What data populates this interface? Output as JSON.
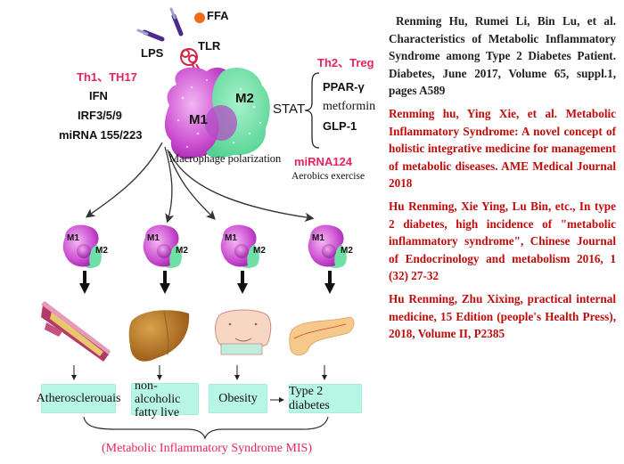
{
  "diagram": {
    "top_inputs": {
      "ffa": "FFA",
      "lps": "LPS",
      "tlr": "TLR"
    },
    "left_panel": {
      "heading": "Th1、TH17",
      "items": [
        "IFN",
        "IRF3/5/9",
        "miRNA 155/223"
      ]
    },
    "macrophage": {
      "m1": "M1",
      "m2": "M2",
      "caption": "Macrophage polarization"
    },
    "right_panel": {
      "heading": "Th2、Treg",
      "stat": "STAT",
      "items": [
        "PPAR-γ",
        "metformin",
        "GLP-1"
      ],
      "mirna": "miRNA124",
      "exercise": "Aerobics exercise"
    },
    "small_cells": [
      {
        "m1": "M1",
        "m2": "M2"
      },
      {
        "m1": "M1",
        "m2": "M2"
      },
      {
        "m1": "M1",
        "m2": "M2"
      },
      {
        "m1": "M1",
        "m2": "M2"
      }
    ],
    "organs": [
      "artery-plaque",
      "liver",
      "obese-body",
      "pancreas"
    ],
    "outcomes": [
      "Atheroscleroua​is",
      "non-alcoholic fatty live",
      "Obesity",
      "Type 2 diabetes"
    ],
    "outcome_labels": {
      "atherosclerosis": "Atherosclerouais",
      "nafld_line1": "non-alcoholic",
      "nafld_line2": "fatty live",
      "obesity": "Obesity",
      "t2d": "Type 2 diabetes"
    },
    "syndrome_label": "(Metabolic Inflammatory Syndrome MIS)",
    "colors": {
      "m1": "#c03cc8",
      "m2": "#6fe0a6",
      "pink_text": "#e8245a",
      "box_fill": "#b7f5e4",
      "ffa": "#f26a1b"
    }
  },
  "references": [
    "Renming Hu, Rumei Li, Bin Lu, et al. Characteristics of Metabolic Inflammatory Syndrome among Type 2 Diabetes Patient. Diabetes, June 2017, Volume 65, suppl.1, pages A589",
    "Renming hu, Ying Xie, et al. Metabolic Inflammatory Syndrome: A novel concept of holistic integrative medicine for management of metabolic diseases. AME Medical Journal 2018",
    "Hu Renming, Xie Ying, Lu Bin, etc., In type 2 diabetes, high incidence of \"metabolic inflammatory syndrome\", Chinese Journal of Endocrinology and metabolism 2016, 1 (32) 27-32",
    "Hu Renming, Zhu Xixing, practical internal medicine, 15 Edition (people's Health Press), 2018, Volume II, P2385"
  ]
}
